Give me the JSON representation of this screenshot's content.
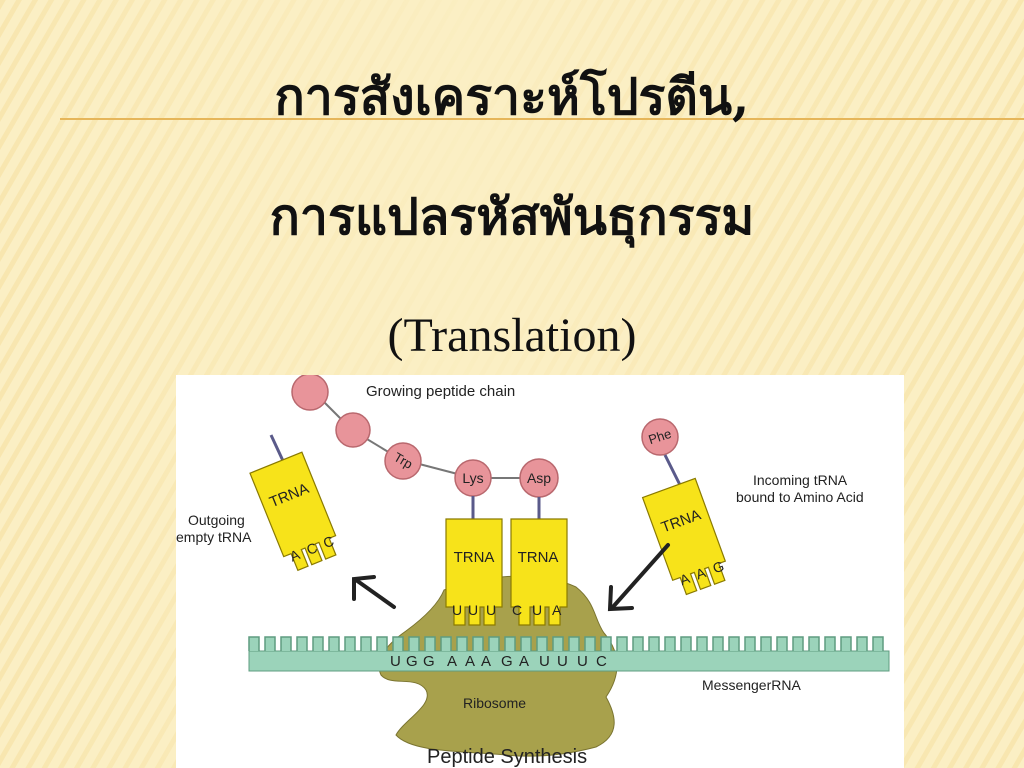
{
  "slide": {
    "title_line1": "การสังเคราะห์โปรตีน,",
    "title_line2": "การแปลรหัสพันธุกรรม",
    "title_line3": "(Translation)"
  },
  "diagram": {
    "caption": "Peptide Synthesis",
    "growing_chain_label": "Growing peptide chain",
    "outgoing_label_line1": "Outgoing",
    "outgoing_label_line2": "empty tRNA",
    "incoming_label_line1": "Incoming  tRNA",
    "incoming_label_line2": "bound to Amino Acid",
    "messenger_label": "MessengerRNA",
    "ribosome_label": "Ribosome",
    "trna_label": "TRNA",
    "amino_acids": {
      "trp": "Trp",
      "lys": "Lys",
      "asp": "Asp",
      "phe": "Phe"
    },
    "anticodons": {
      "outgoing": [
        "A",
        "C",
        "C"
      ],
      "site_left": [
        "U",
        "U",
        "U"
      ],
      "site_right": [
        "C",
        "U",
        "A"
      ],
      "incoming": [
        "A",
        "A",
        "G"
      ]
    },
    "mrna_sequence": [
      "U",
      "G",
      "G",
      "A",
      "A",
      "A",
      "G",
      "A",
      "U",
      "U",
      "U",
      "C"
    ],
    "colors": {
      "trna": "#f7e31a",
      "amino": "#e8949a",
      "mrna": "#9bd3ba",
      "ribosome": "#a8a14c",
      "background": "#fbefc4"
    }
  }
}
